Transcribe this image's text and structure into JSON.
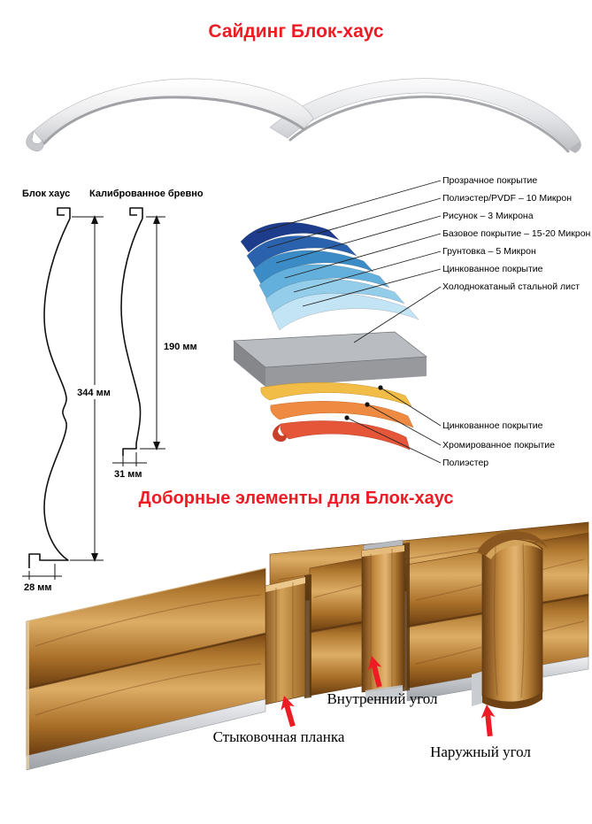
{
  "titles": {
    "main": "Сайдинг Блок-хаус",
    "accessories": "Доборные элементы для Блок-хаус"
  },
  "colors": {
    "title_red": "#ed1c24",
    "arrow_red": "#ed1c24"
  },
  "profiles": {
    "blockhouse_label": "Блок хаус",
    "log_label": "Калиброванное бревно",
    "blockhouse_height": "344 мм",
    "blockhouse_depth": "28 мм",
    "log_height": "190 мм",
    "log_depth": "31 мм"
  },
  "coating": {
    "top_labels": [
      "Прозрачное покрытие",
      "Полиэстер/PVDF – 10 Микрон",
      "Рисунок – 3 Микрона",
      "Базовое покрытие – 15-20 Микрон",
      "Грунтовка – 5 Микрон",
      "Цинкованное покрытие",
      "Холоднокатаный стальной лист"
    ],
    "bottom_labels": [
      "Цинкованное покрытие",
      "Хромированное покрытие",
      "Полиэстер"
    ],
    "top_layer_colors": [
      "#1d3c8c",
      "#2a62ad",
      "#3b8cc6",
      "#63b0dc",
      "#93cdea",
      "#c2e4f5"
    ],
    "steel_color": "#b9bcc0",
    "bottom_layer_colors": [
      "#f2bd46",
      "#ee8a42",
      "#e55639"
    ]
  },
  "accessories": {
    "joint_strip_label": "Стыковочная планка",
    "inner_corner_label": "Внутренний угол",
    "outer_corner_label": "Наружный угол"
  }
}
